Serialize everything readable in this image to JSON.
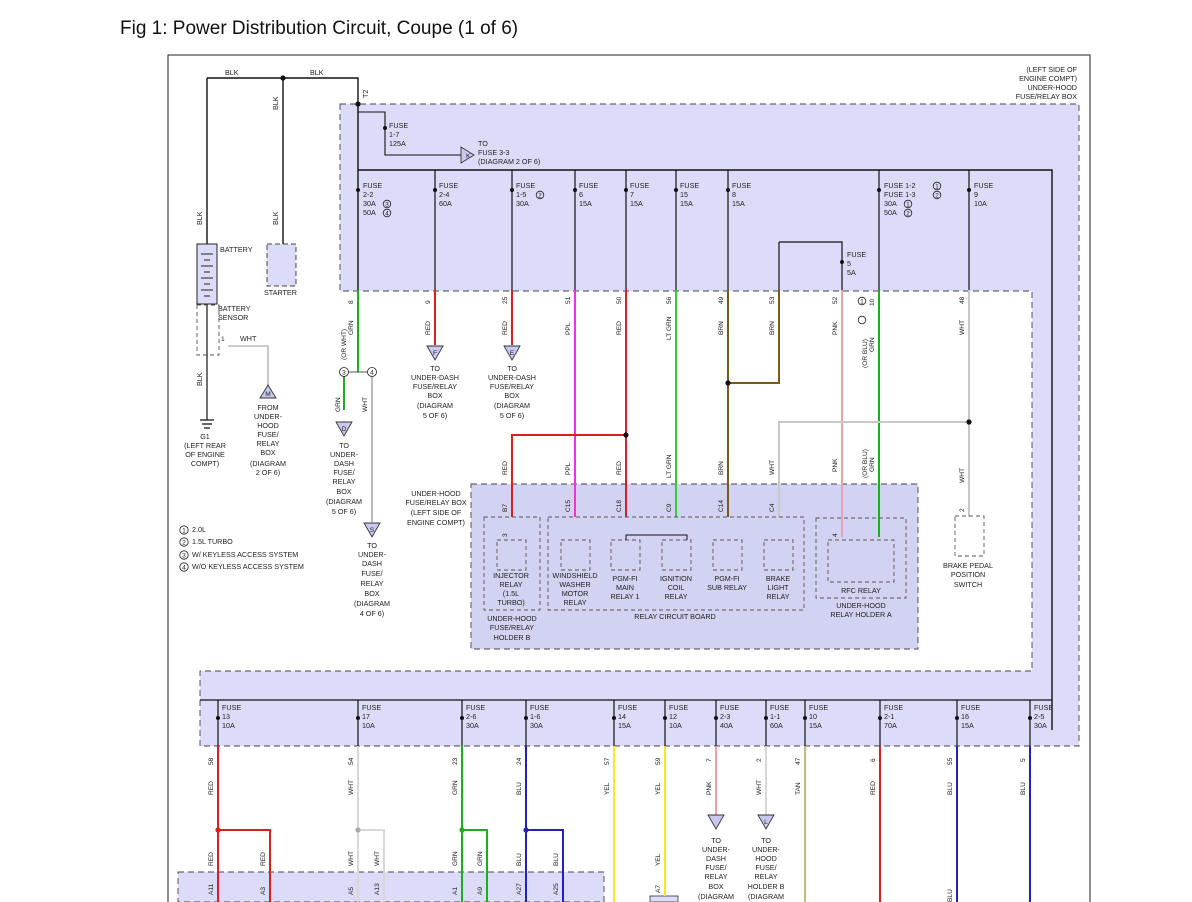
{
  "title": "Fig 1: Power Distribution Circuit, Coupe (1 of 6)",
  "box_label": [
    "(LEFT SIDE OF",
    "ENGINE COMPT)",
    "UNDER-HOOD",
    "FUSE/RELAY BOX"
  ],
  "top_wire": {
    "left": "BLK",
    "right": "BLK",
    "vertical1": "BLK",
    "vertical2": "BLK",
    "battery_side": "BLK",
    "terminal": "T2"
  },
  "battery": {
    "label": "BATTERY",
    "sensor": [
      "BATTERY",
      "SENSOR"
    ],
    "sensor_pin": "1",
    "sensor_wire": "WHT",
    "ground_wire": "BLK"
  },
  "starter": "STARTER",
  "ground": {
    "id": "G1",
    "desc": [
      "(LEFT REAR",
      "OF ENGINE",
      "COMPT)"
    ]
  },
  "from_m": {
    "letter": "M",
    "lines": [
      "FROM",
      "UNDER-",
      "HOOD",
      "FUSE/",
      "RELAY",
      "BOX",
      "(DIAGRAM",
      "2 OF 6)"
    ]
  },
  "fuse17": {
    "lines": [
      "FUSE",
      "1-7",
      "125A"
    ],
    "to_k": {
      "letter": "K",
      "lines": [
        "TO",
        "FUSE 3-3",
        "(DIAGRAM 2 OF 6)"
      ]
    }
  },
  "upper_fuses": [
    {
      "lines": [
        "FUSE",
        "2-2",
        "30A",
        "50A"
      ],
      "markers": [
        "3",
        "4"
      ]
    },
    {
      "lines": [
        "FUSE",
        "2-4",
        "60A"
      ],
      "markers": []
    },
    {
      "lines": [
        "FUSE",
        "1-5",
        "30A"
      ],
      "markers": [
        "2"
      ]
    },
    {
      "lines": [
        "FUSE",
        "6",
        "15A"
      ],
      "markers": []
    },
    {
      "lines": [
        "FUSE",
        "7",
        "15A"
      ],
      "markers": []
    },
    {
      "lines": [
        "FUSE",
        "15",
        "15A"
      ],
      "markers": []
    },
    {
      "lines": [
        "FUSE",
        "8",
        "15A"
      ],
      "markers": []
    },
    {
      "lines": [
        "FUSE 1-2",
        "FUSE 1-3",
        "30A",
        "50A"
      ],
      "markers": [
        "1",
        "2",
        "1",
        "2"
      ]
    },
    {
      "lines": [
        "FUSE",
        "9",
        "10A"
      ],
      "markers": []
    },
    {
      "lines": [
        "FUSE",
        "5",
        "5A"
      ],
      "markers": []
    }
  ],
  "upper_pins": [
    "8",
    "9",
    "25",
    "51",
    "50",
    "56",
    "49",
    "53",
    "52",
    "1",
    "10",
    "48"
  ],
  "upper_wires": [
    "GRN",
    "(OR WHT)",
    "RED",
    "RED",
    "PPL",
    "RED",
    "LT GRN",
    "BRN",
    "BRN",
    "PNK",
    "GRN",
    "(OR BLU)",
    "WHT"
  ],
  "branch": {
    "markers": [
      "3",
      "4"
    ],
    "left_wire": "GRN",
    "right_wire": "WHT"
  },
  "to_d": {
    "letter": "D",
    "lines": [
      "TO",
      "UNDER-",
      "DASH",
      "FUSE/",
      "RELAY",
      "BOX",
      "(DIAGRAM",
      "5 OF 6)"
    ]
  },
  "to_f": {
    "letter": "F",
    "lines": [
      "TO",
      "UNDER-DASH",
      "FUSE/RELAY",
      "BOX",
      "(DIAGRAM",
      "5 OF 6)"
    ]
  },
  "to_e": {
    "letter": "E",
    "lines": [
      "TO",
      "UNDER-DASH",
      "FUSE/RELAY",
      "BOX",
      "(DIAGRAM",
      "5 OF 6)"
    ]
  },
  "to_s": {
    "letter": "S",
    "lines": [
      "TO",
      "UNDER-",
      "DASH",
      "FUSE/",
      "RELAY",
      "BOX",
      "(DIAGRAM",
      "4 OF 6)"
    ]
  },
  "relay_box_label": [
    "UNDER-HOOD",
    "FUSE/RELAY BOX",
    "(LEFT SIDE OF",
    "ENGINE COMPT)"
  ],
  "mid_wires": [
    "RED",
    "PPL",
    "RED",
    "LT GRN",
    "BRN",
    "WHT",
    "PNK",
    "GRN",
    "(OR BLU)",
    "WHT"
  ],
  "relay_pins": [
    "B7",
    "C15",
    "C18",
    "C9",
    "C14",
    "C4"
  ],
  "relays": [
    {
      "lines": [
        "INJECTOR",
        "RELAY",
        "(1.5L",
        "TURBO)"
      ],
      "pin": "3"
    },
    {
      "lines": [
        "WINDSHIELD",
        "WASHER",
        "MOTOR",
        "RELAY"
      ]
    },
    {
      "lines": [
        "PGM-FI",
        "MAIN",
        "RELAY 1"
      ]
    },
    {
      "lines": [
        "IGNITION",
        "COIL",
        "RELAY"
      ]
    },
    {
      "lines": [
        "PGM-FI",
        "SUB RELAY"
      ]
    },
    {
      "lines": [
        "BRAKE",
        "LIGHT",
        "RELAY"
      ]
    },
    {
      "lines": [
        "RFC RELAY"
      ],
      "pin": "4"
    }
  ],
  "holder_b": [
    "UNDER-HOOD",
    "FUSE/RELAY",
    "HOLDER B"
  ],
  "relay_board": "RELAY CIRCUIT BOARD",
  "holder_a": [
    "UNDER-HOOD",
    "RELAY HOLDER A"
  ],
  "brake_switch": {
    "lines": [
      "BRAKE PEDAL",
      "POSITION",
      "SWITCH"
    ],
    "pin": "2"
  },
  "legend": [
    {
      "n": "1",
      "text": "2.0L"
    },
    {
      "n": "2",
      "text": "1.5L TURBO"
    },
    {
      "n": "3",
      "text": "W/ KEYLESS ACCESS SYSTEM"
    },
    {
      "n": "4",
      "text": "W/O KEYLESS ACCESS SYSTEM"
    }
  ],
  "lower_fuses": [
    {
      "lines": [
        "FUSE",
        "13",
        "10A"
      ]
    },
    {
      "lines": [
        "FUSE",
        "17",
        "10A"
      ]
    },
    {
      "lines": [
        "FUSE",
        "2-6",
        "30A"
      ]
    },
    {
      "lines": [
        "FUSE",
        "1-6",
        "30A"
      ]
    },
    {
      "lines": [
        "FUSE",
        "14",
        "15A"
      ]
    },
    {
      "lines": [
        "FUSE",
        "12",
        "10A"
      ]
    },
    {
      "lines": [
        "FUSE",
        "2-3",
        "40A"
      ]
    },
    {
      "lines": [
        "FUSE",
        "1-1",
        "60A"
      ]
    },
    {
      "lines": [
        "FUSE",
        "10",
        "15A"
      ]
    },
    {
      "lines": [
        "FUSE",
        "2-1",
        "70A"
      ]
    },
    {
      "lines": [
        "FUSE",
        "16",
        "15A"
      ]
    },
    {
      "lines": [
        "FUSE",
        "2-5",
        "30A"
      ]
    }
  ],
  "lower_pins": [
    "58",
    "54",
    "23",
    "24",
    "57",
    "59",
    "7",
    "2",
    "47",
    "6",
    "55",
    "5"
  ],
  "lower_wires": [
    "RED",
    "WHT",
    "GRN",
    "BLU",
    "YEL",
    "YEL",
    "PNK",
    "WHT",
    "TAN",
    "RED",
    "BLU",
    "BLU"
  ],
  "bottom_wires": [
    "RED",
    "RED",
    "WHT",
    "WHT",
    "GRN",
    "GRN",
    "BLU",
    "BLU",
    "YEL",
    "BLU"
  ],
  "bottom_pins": [
    "A11",
    "A3",
    "A5",
    "A13",
    "A1",
    "A9",
    "A27",
    "A25",
    "A7"
  ],
  "to_bottom1": {
    "lines": [
      "TO",
      "UNDER-",
      "DASH",
      "FUSE/",
      "RELAY",
      "BOX",
      "(DIAGRAM"
    ]
  },
  "to_bottom2": {
    "letter": "L",
    "lines": [
      "TO",
      "UNDER-",
      "HOOD",
      "FUSE/",
      "RELAY",
      "HOLDER B",
      "(DIAGRAM"
    ]
  }
}
